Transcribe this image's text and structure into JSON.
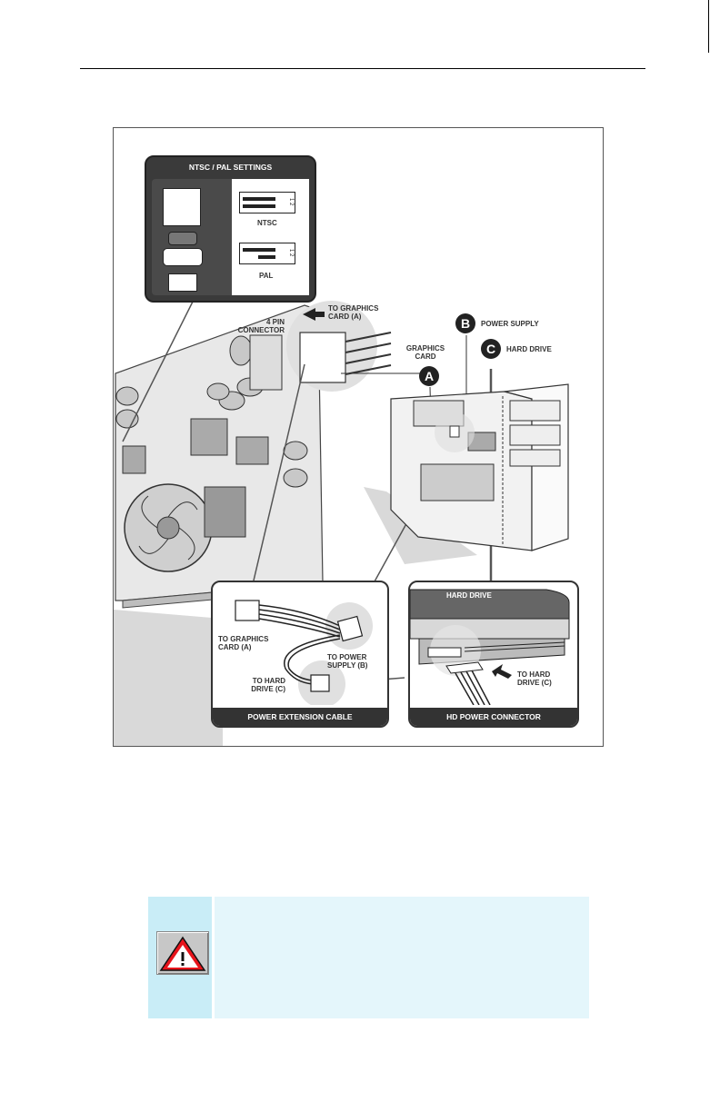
{
  "figure": {
    "ntsc_pal": {
      "title": "NTSC / PAL SETTINGS",
      "ntsc_label": "NTSC",
      "pal_label": "PAL",
      "switch_numbers": "1 2"
    },
    "labels": {
      "four_pin_connector": "4 PIN CONNECTOR",
      "to_graphics_card_top": "TO GRAPHICS CARD (A)",
      "graphics_card": "GRAPHICS CARD",
      "power_supply": "POWER SUPPLY",
      "hard_drive": "HARD DRIVE"
    },
    "callouts": {
      "a": "A",
      "b": "B",
      "c": "C"
    },
    "power_extension": {
      "title": "POWER EXTENSION CABLE",
      "to_graphics_card": "TO GRAPHICS CARD (A)",
      "to_power_supply": "TO POWER SUPPLY (B)",
      "to_hard_drive": "TO HARD DRIVE (C)"
    },
    "hd_power": {
      "title": "HD POWER CONNECTOR",
      "hard_drive_label": "HARD DRIVE",
      "to_hard_drive": "TO HARD DRIVE (C)"
    }
  },
  "warning": {
    "icon": "warning-triangle-icon",
    "bg_color": "#e4f6fb",
    "icon_col_color": "#c9edf7",
    "text": ""
  }
}
